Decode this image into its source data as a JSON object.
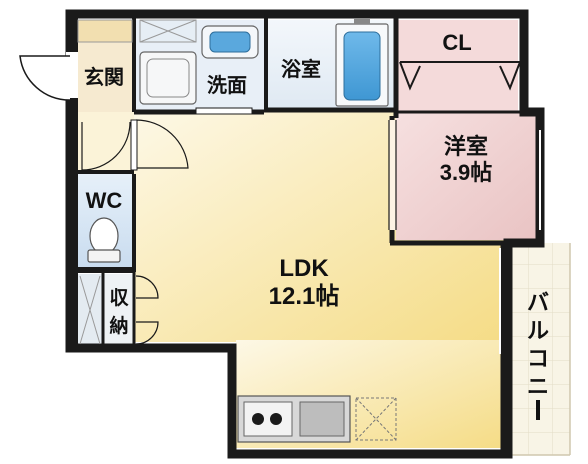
{
  "floorplan": {
    "rooms": {
      "ldk": {
        "name": "LDK",
        "size": "12.1帖"
      },
      "western": {
        "name": "洋室",
        "size": "3.9帖"
      },
      "closet": {
        "name": "CL"
      },
      "bath": {
        "name": "浴室"
      },
      "washroom": {
        "name": "洗面"
      },
      "entrance": {
        "name": "玄関"
      },
      "wc": {
        "name": "WC"
      },
      "storage": {
        "name_line1": "収",
        "name_line2": "納"
      },
      "balcony": {
        "name_chars": [
          "バ",
          "ル",
          "コ",
          "ニ",
          "ー"
        ]
      }
    },
    "colors": {
      "wall": "#1a1a1a",
      "ldk_light": "#fdf6dc",
      "ldk_dark": "#f6df8a",
      "western": "#f1d3d3",
      "closet": "#f4dada",
      "bath": "#eaf2f8",
      "washroom": "#e6eef7",
      "entrance": "#f6e9c6",
      "wc": "#dbe8f5",
      "storage": "#e8eef3",
      "balcony": "#f7f2e2"
    }
  }
}
